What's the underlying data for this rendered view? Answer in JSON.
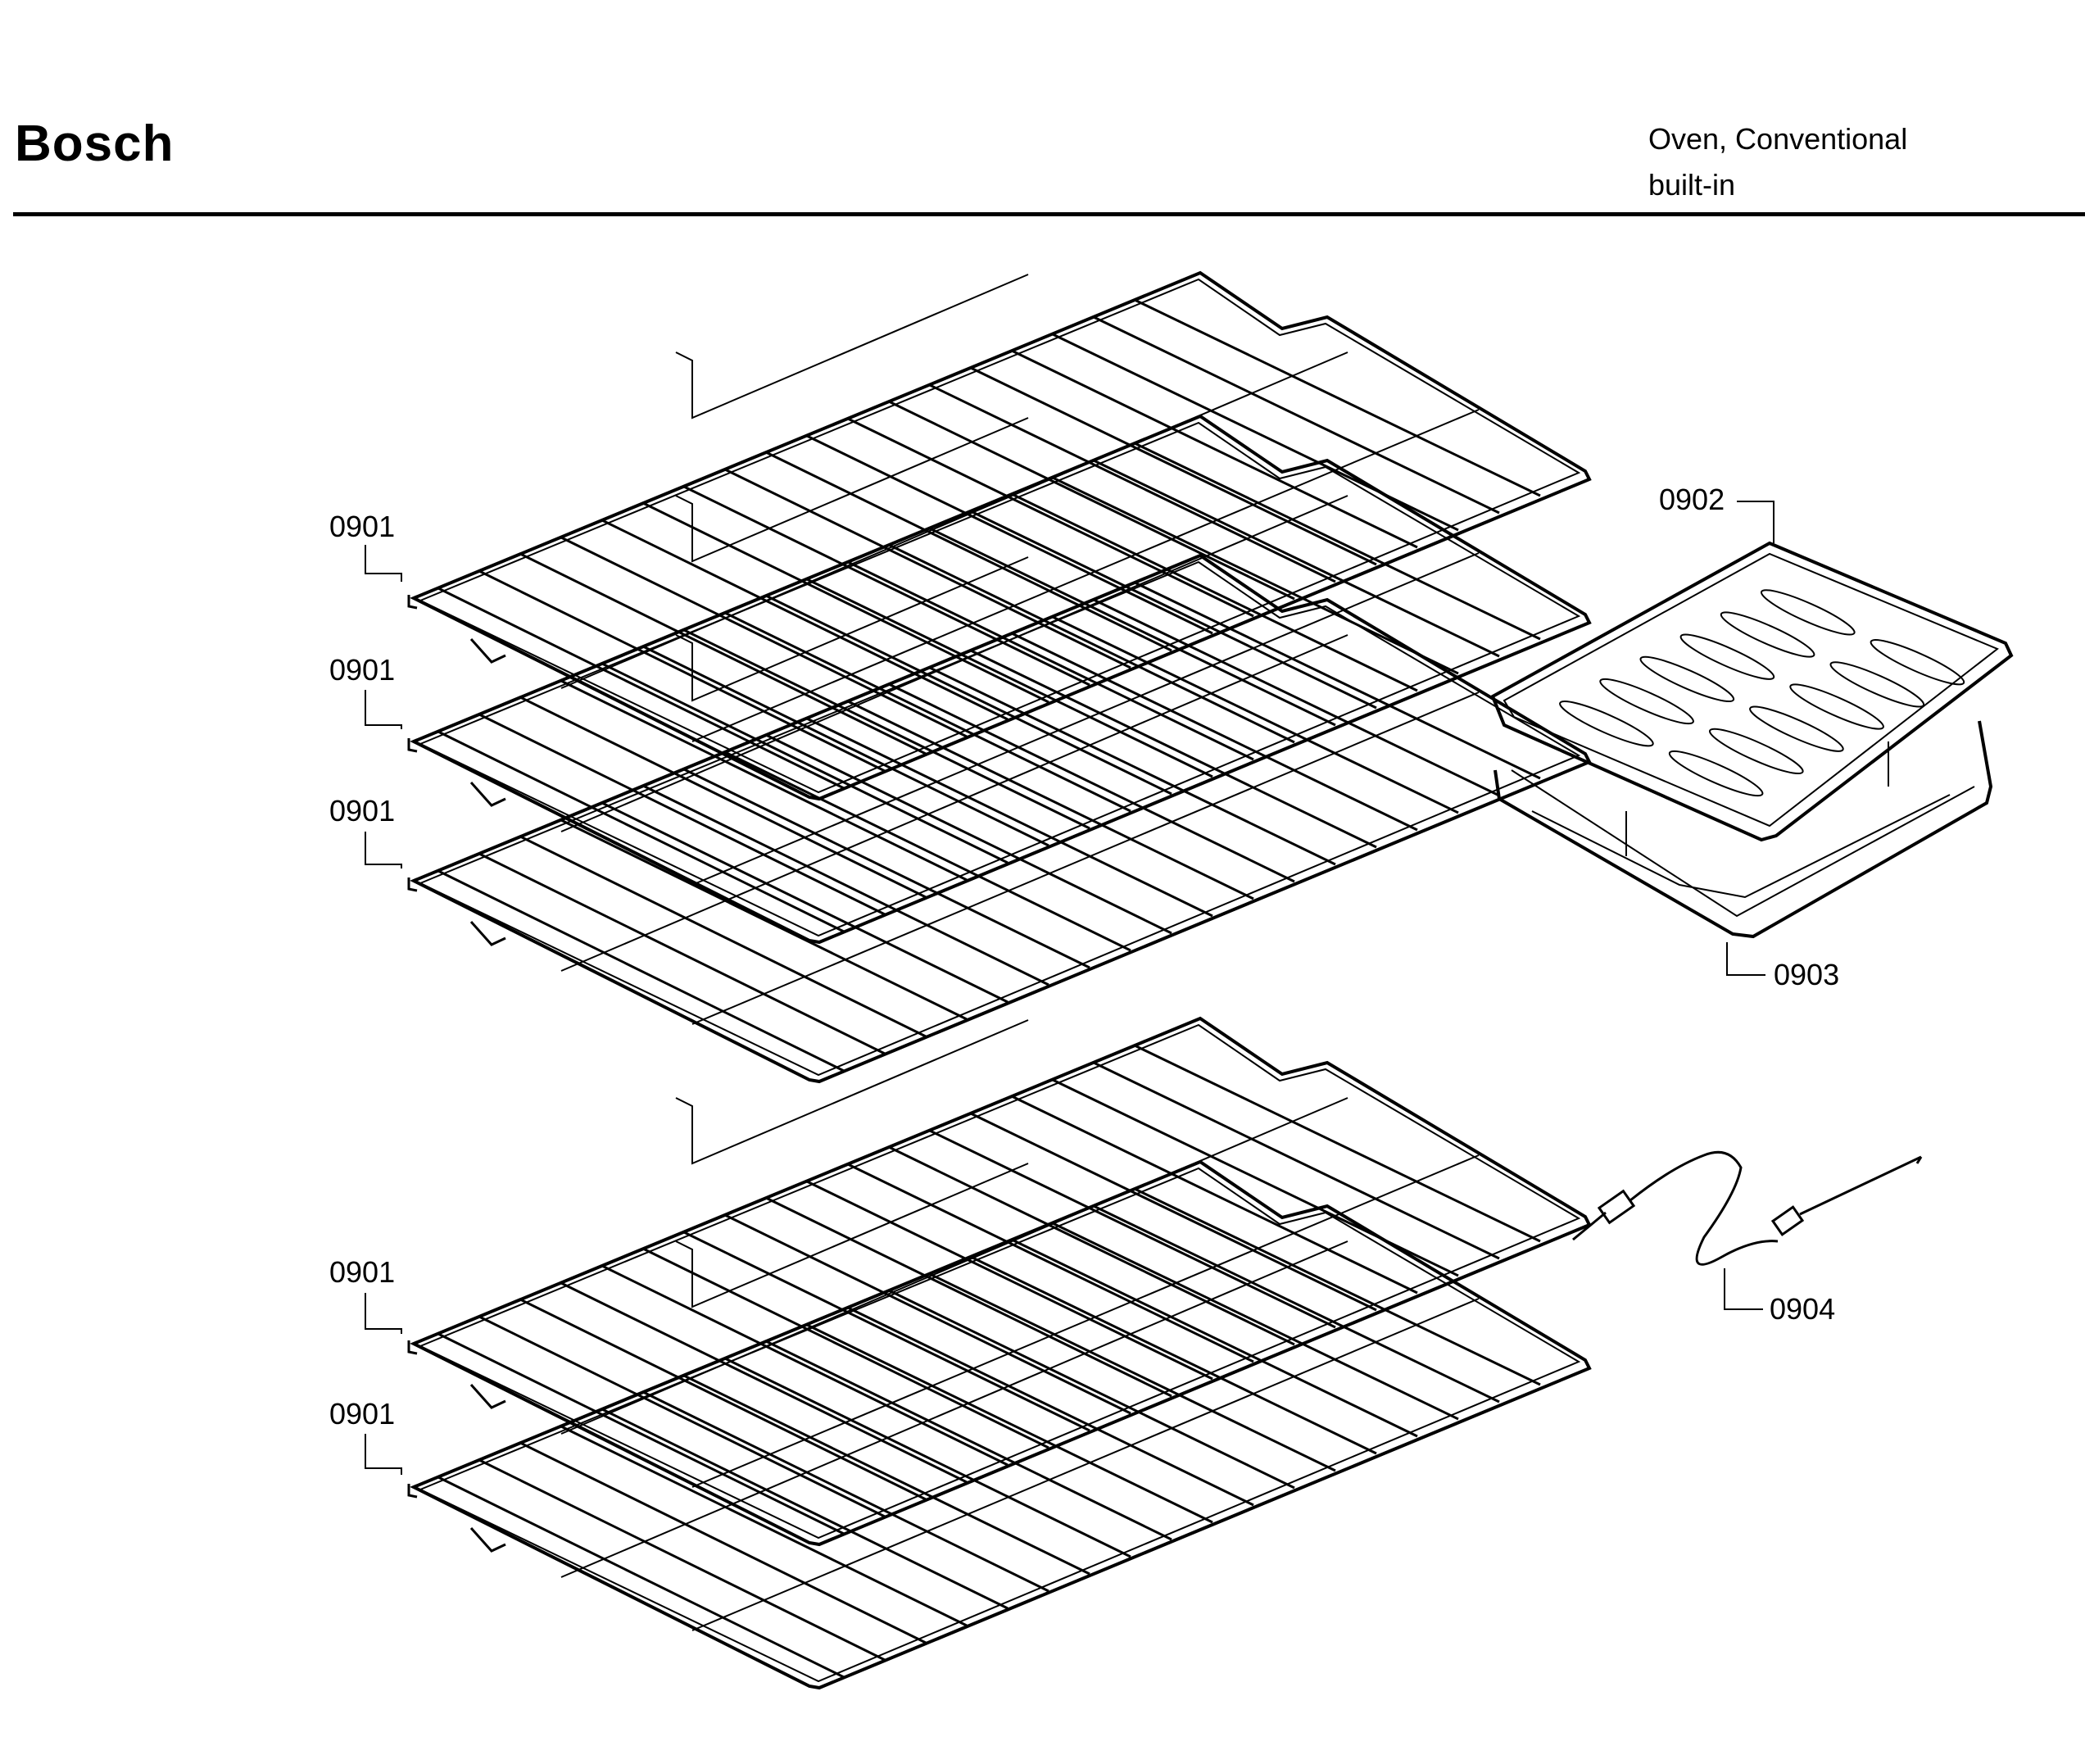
{
  "header": {
    "brand": "Bosch",
    "title_line1": "Oven, Conventional",
    "title_line2": "built-in"
  },
  "callouts": {
    "rack_1": "0901",
    "rack_2": "0901",
    "rack_3": "0901",
    "rack_4": "0901",
    "rack_5": "0901",
    "broil_grid": "0902",
    "broil_pan": "0903",
    "meat_probe": "0904"
  },
  "colors": {
    "line": "#000000",
    "background": "#ffffff"
  }
}
